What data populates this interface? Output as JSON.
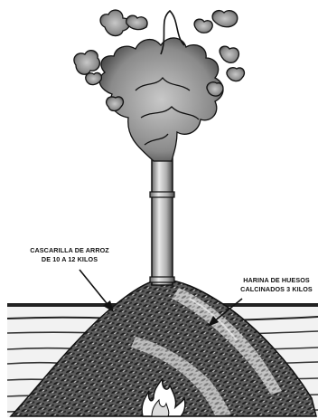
{
  "annotations": {
    "rice_husk": {
      "line1": "CASCARILLA DE ARROZ",
      "line2": "DE 10 A 12 KILOS"
    },
    "bone_meal": {
      "line1": "HARINA DE HUESOS",
      "line2": "CALCINADOS 3 KILOS"
    }
  },
  "colors": {
    "ink": "#111111",
    "paper": "#ffffff",
    "smoke_fill": "#9a9a9a",
    "chimney_fill": "#bdbdbd",
    "mound_fill": "#6a6a6a",
    "bone_band": "#d7d7d7"
  },
  "icons": {
    "fire": "flame-icon"
  }
}
